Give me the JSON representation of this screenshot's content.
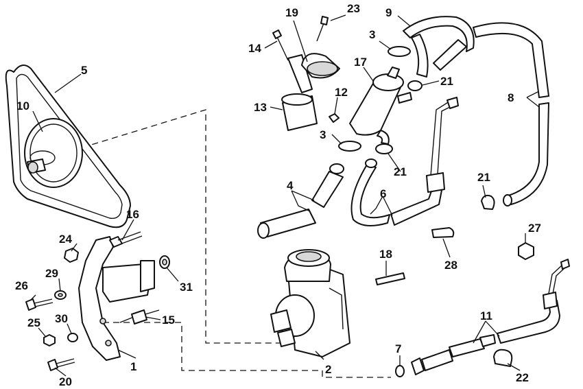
{
  "callouts": {
    "c1": "1",
    "c2": "2",
    "c3a": "3",
    "c3b": "3",
    "c4": "4",
    "c5": "5",
    "c6": "6",
    "c7": "7",
    "c8": "8",
    "c9": "9",
    "c10": "10",
    "c11": "11",
    "c12": "12",
    "c13": "13",
    "c14": "14",
    "c15": "15",
    "c16": "16",
    "c17": "17",
    "c18": "18",
    "c19": "19",
    "c20": "20",
    "c21a": "21",
    "c21b": "21",
    "c21c": "21",
    "c22": "22",
    "c23": "23",
    "c24": "24",
    "c25": "25",
    "c26": "26",
    "c27": "27",
    "c28": "28",
    "c29": "29",
    "c30": "30",
    "c31": "31"
  }
}
